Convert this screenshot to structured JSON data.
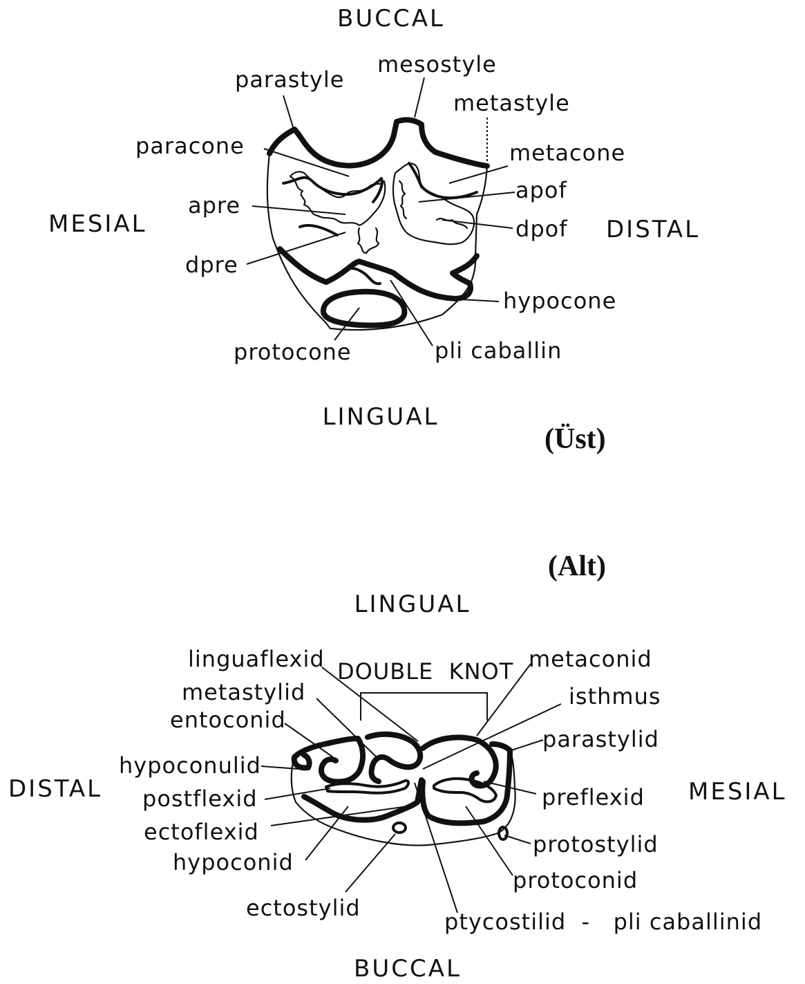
{
  "upper": {
    "caption": "(Üst)",
    "directions": {
      "top": "BUCCAL",
      "bottom": "LINGUAL",
      "left": "MESIAL",
      "right": "DISTAL"
    },
    "labels": {
      "parastyle": "parastyle",
      "mesostyle": "mesostyle",
      "metastyle": "metastyle",
      "paracone": "paracone",
      "metacone": "metacone",
      "apof": "apof",
      "apre": "apre",
      "dpof": "dpof",
      "dpre": "dpre",
      "hypocone": "hypocone",
      "protocone": "protocone",
      "pli_caballin": "pli caballin"
    }
  },
  "lower": {
    "caption": "(Alt)",
    "directions": {
      "top": "LINGUAL",
      "bottom": "BUCCAL",
      "left": "DISTAL",
      "right": "MESIAL"
    },
    "bracket_label": "DOUBLE  KNOT",
    "labels": {
      "linguaflexid": "linguaflexid",
      "metaconid": "metaconid",
      "metastylid": "metastylid",
      "isthmus": "isthmus",
      "entoconid": "entoconid",
      "parastylid": "parastylid",
      "hypoconulid": "hypoconulid",
      "postflexid": "postflexid",
      "preflexid": "preflexid",
      "ectoflexid": "ectoflexid",
      "protostylid": "protostylid",
      "hypoconid": "hypoconid",
      "protoconid": "protoconid",
      "ectostylid": "ectostylid",
      "ptycostilid": "ptycostilid  -   pli caballinid"
    }
  }
}
